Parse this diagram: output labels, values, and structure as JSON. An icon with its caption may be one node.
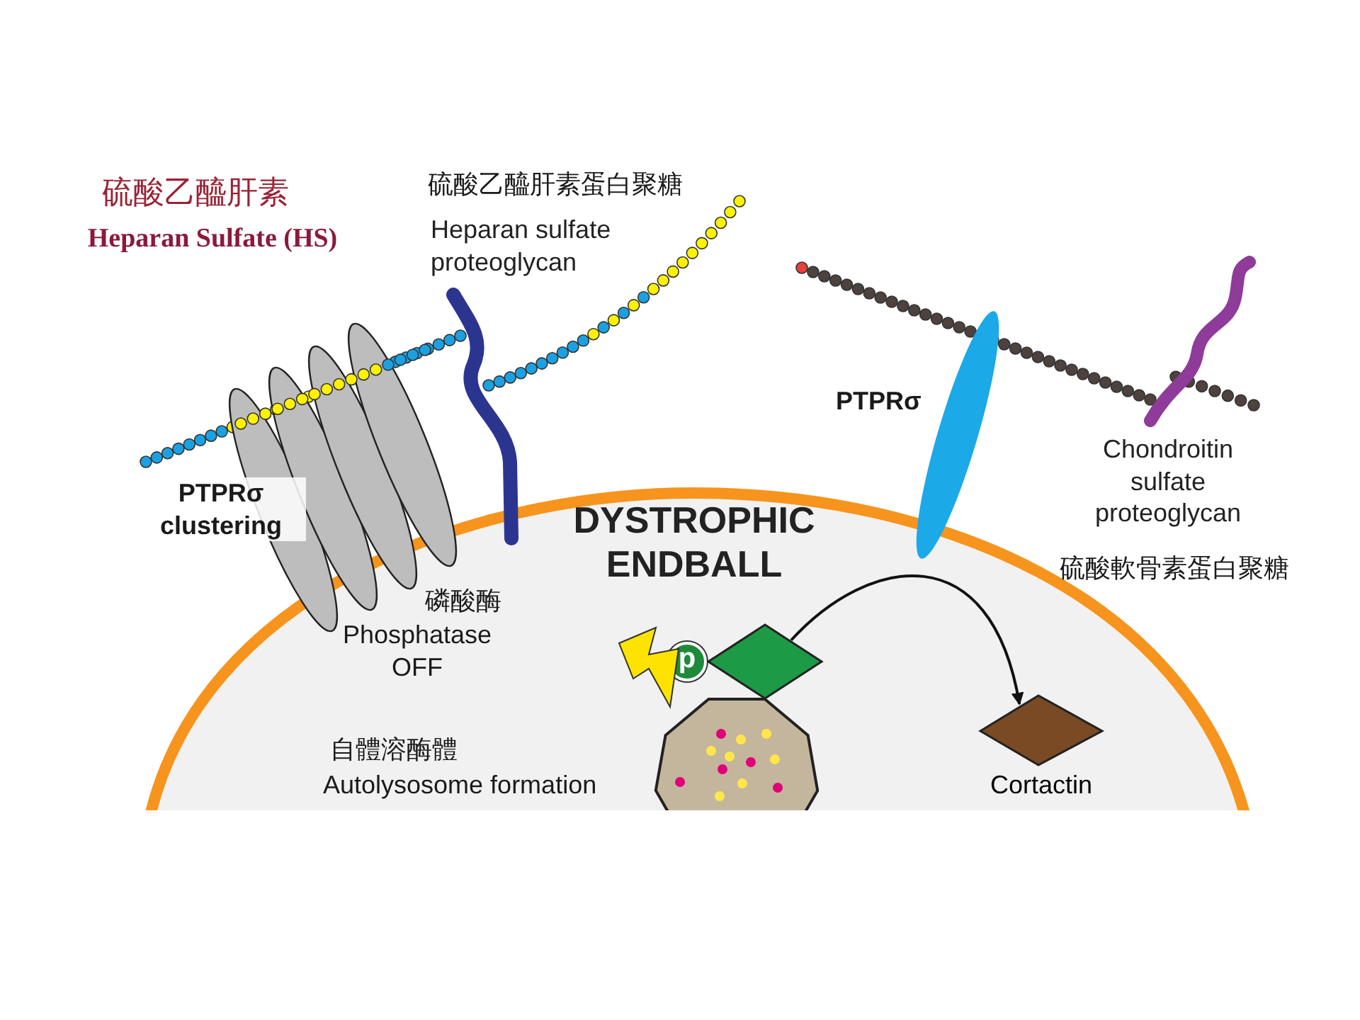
{
  "diagram": {
    "nodes": [
      {
        "text": [
          "DYSTROPHIC ENDBALL"
        ]
      },
      {
        "text": [
          "p"
        ],
        "in": 0
      },
      {
        "text": [],
        "shape": "diamond",
        "in": 0
      },
      {
        "text": [
          "Cortactin"
        ],
        "in": 0
      }
    ],
    "edges": [
      {
        "from": 2,
        "to": 3,
        "arrow": "to"
      }
    ],
    "labels": [
      "硫酸乙醯肝素",
      "硫酸乙醯肝素蛋白聚糖",
      "Heparan Sulfate (HS)",
      "Heparan sulfate proteoglycan",
      "PTPRσ",
      "PTPRσ clustering",
      "Chondroitin sulfate proteoglycan",
      "硫酸軟骨素蛋白聚糖",
      "磷酸酶",
      "Phosphatase OFF",
      "自體溶酶體",
      "Autolysosome formation"
    ]
  }
}
